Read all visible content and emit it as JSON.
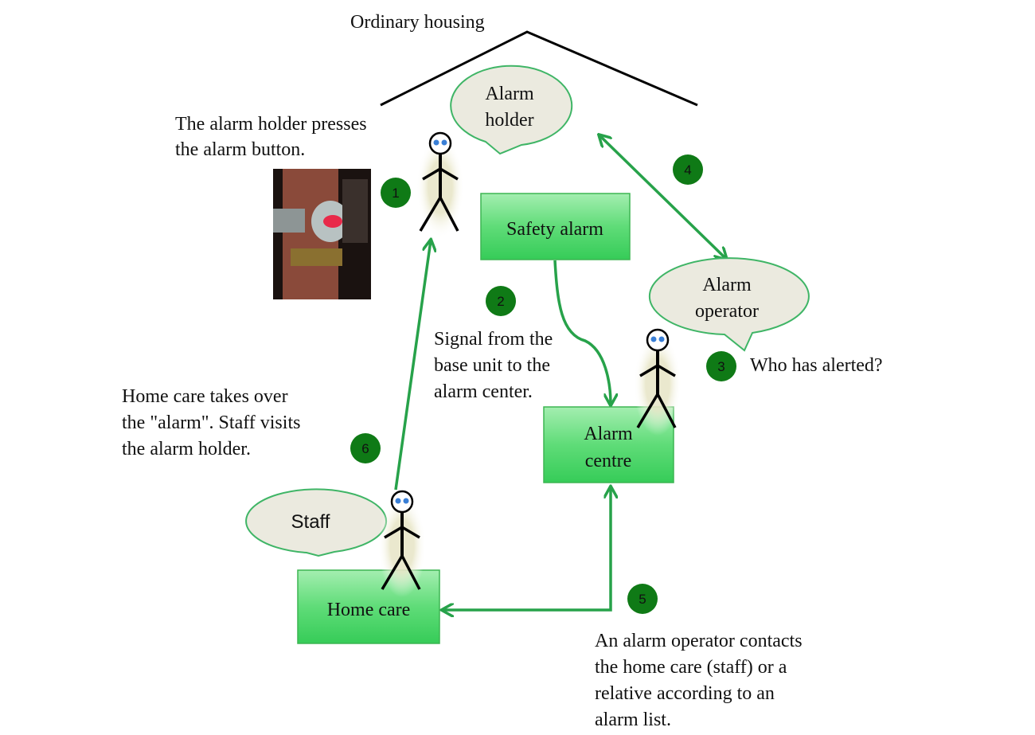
{
  "title": "Ordinary housing",
  "bubbles": {
    "alarm_holder": [
      "Alarm",
      "holder"
    ],
    "alarm_operator": [
      "Alarm",
      "operator"
    ],
    "staff": "Staff"
  },
  "boxes": {
    "safety_alarm": "Safety alarm",
    "alarm_centre": [
      "Alarm",
      "centre"
    ],
    "home_care": "Home care"
  },
  "steps": [
    {
      "number": "1",
      "text": [
        "The alarm holder presses",
        "the alarm button."
      ]
    },
    {
      "number": "2",
      "text": [
        "Signal from the",
        "base unit to the",
        "alarm center."
      ]
    },
    {
      "number": "3",
      "text": [
        "Who has alerted?"
      ]
    },
    {
      "number": "4",
      "text": []
    },
    {
      "number": "5",
      "text": [
        "An alarm operator contacts",
        "the home care (staff) or a",
        "relative according to an",
        "alarm list."
      ]
    },
    {
      "number": "6",
      "text": [
        "Home care takes over",
        "the \"alarm\". Staff visits",
        "the alarm holder."
      ]
    }
  ],
  "colors": {
    "box_green": "#4fd46a",
    "arrow_green": "#27a24a",
    "step_badge": "#0f7a16",
    "bubble_fill": "#ebeadf"
  }
}
